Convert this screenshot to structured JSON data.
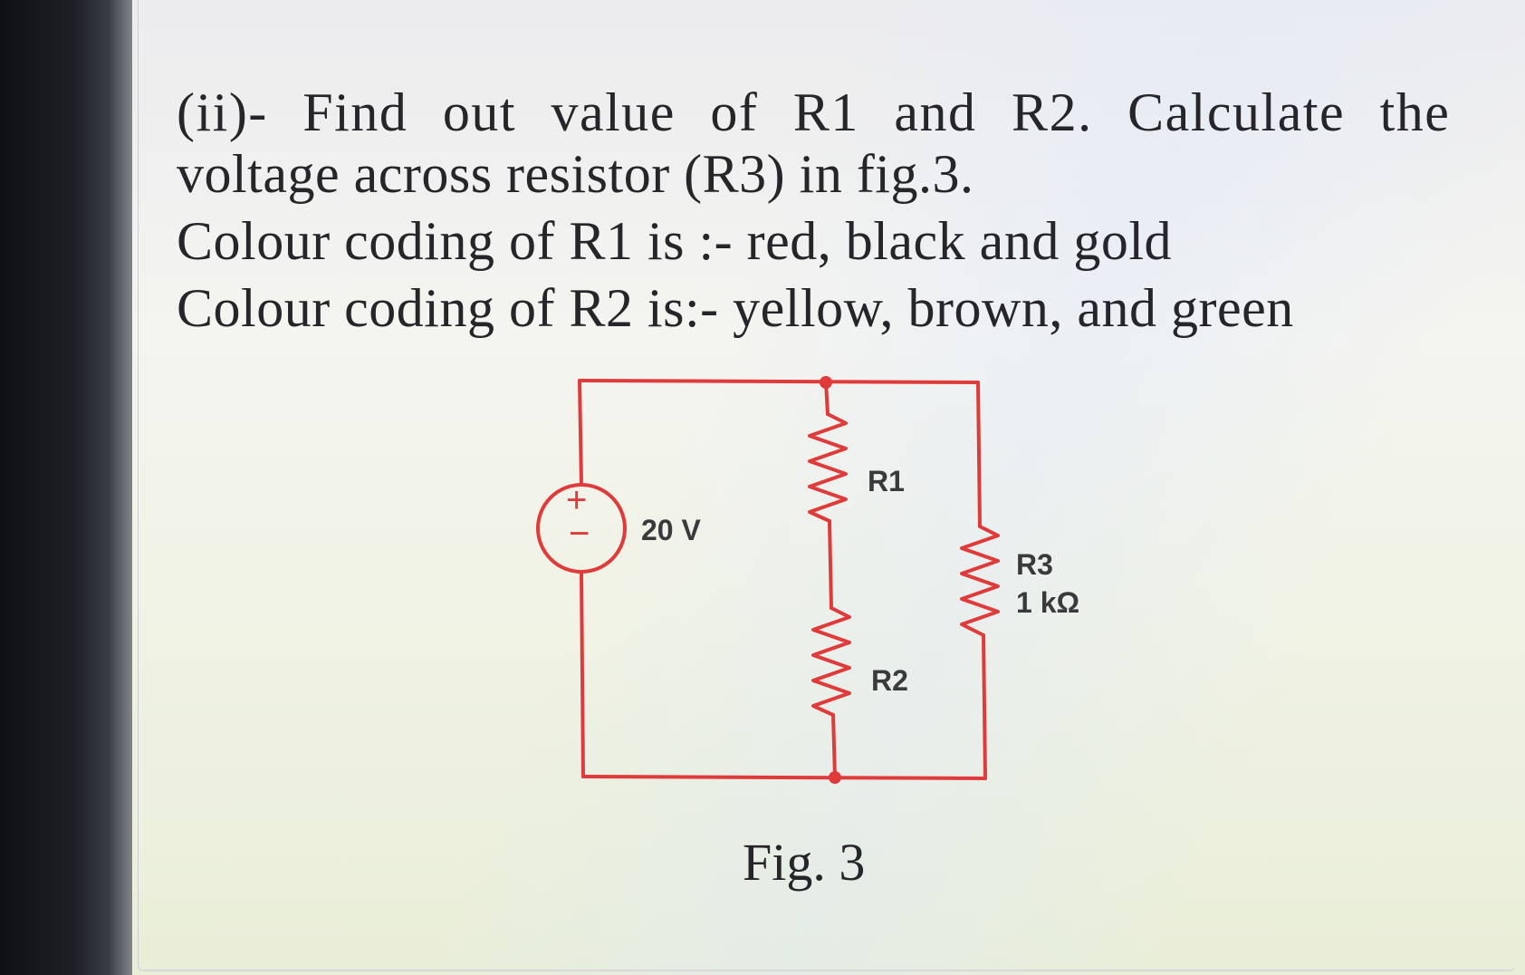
{
  "question": {
    "line1": "(ii)- Find out value of R1 and R2. Calculate the",
    "line2": "voltage across resistor (R3) in fig.3.",
    "line3": "Colour coding of R1 is :- red, black and gold",
    "line4": "Colour coding of R2 is:- yellow, brown, and green"
  },
  "circuit": {
    "source_label": "20 V",
    "source_plus": "+",
    "source_minus": "−",
    "r1_label": "R1",
    "r2_label": "R2",
    "r3_label": "R3",
    "r3_value": "1 kΩ",
    "wire_color": "#e03a3a"
  },
  "caption": "Fig. 3"
}
